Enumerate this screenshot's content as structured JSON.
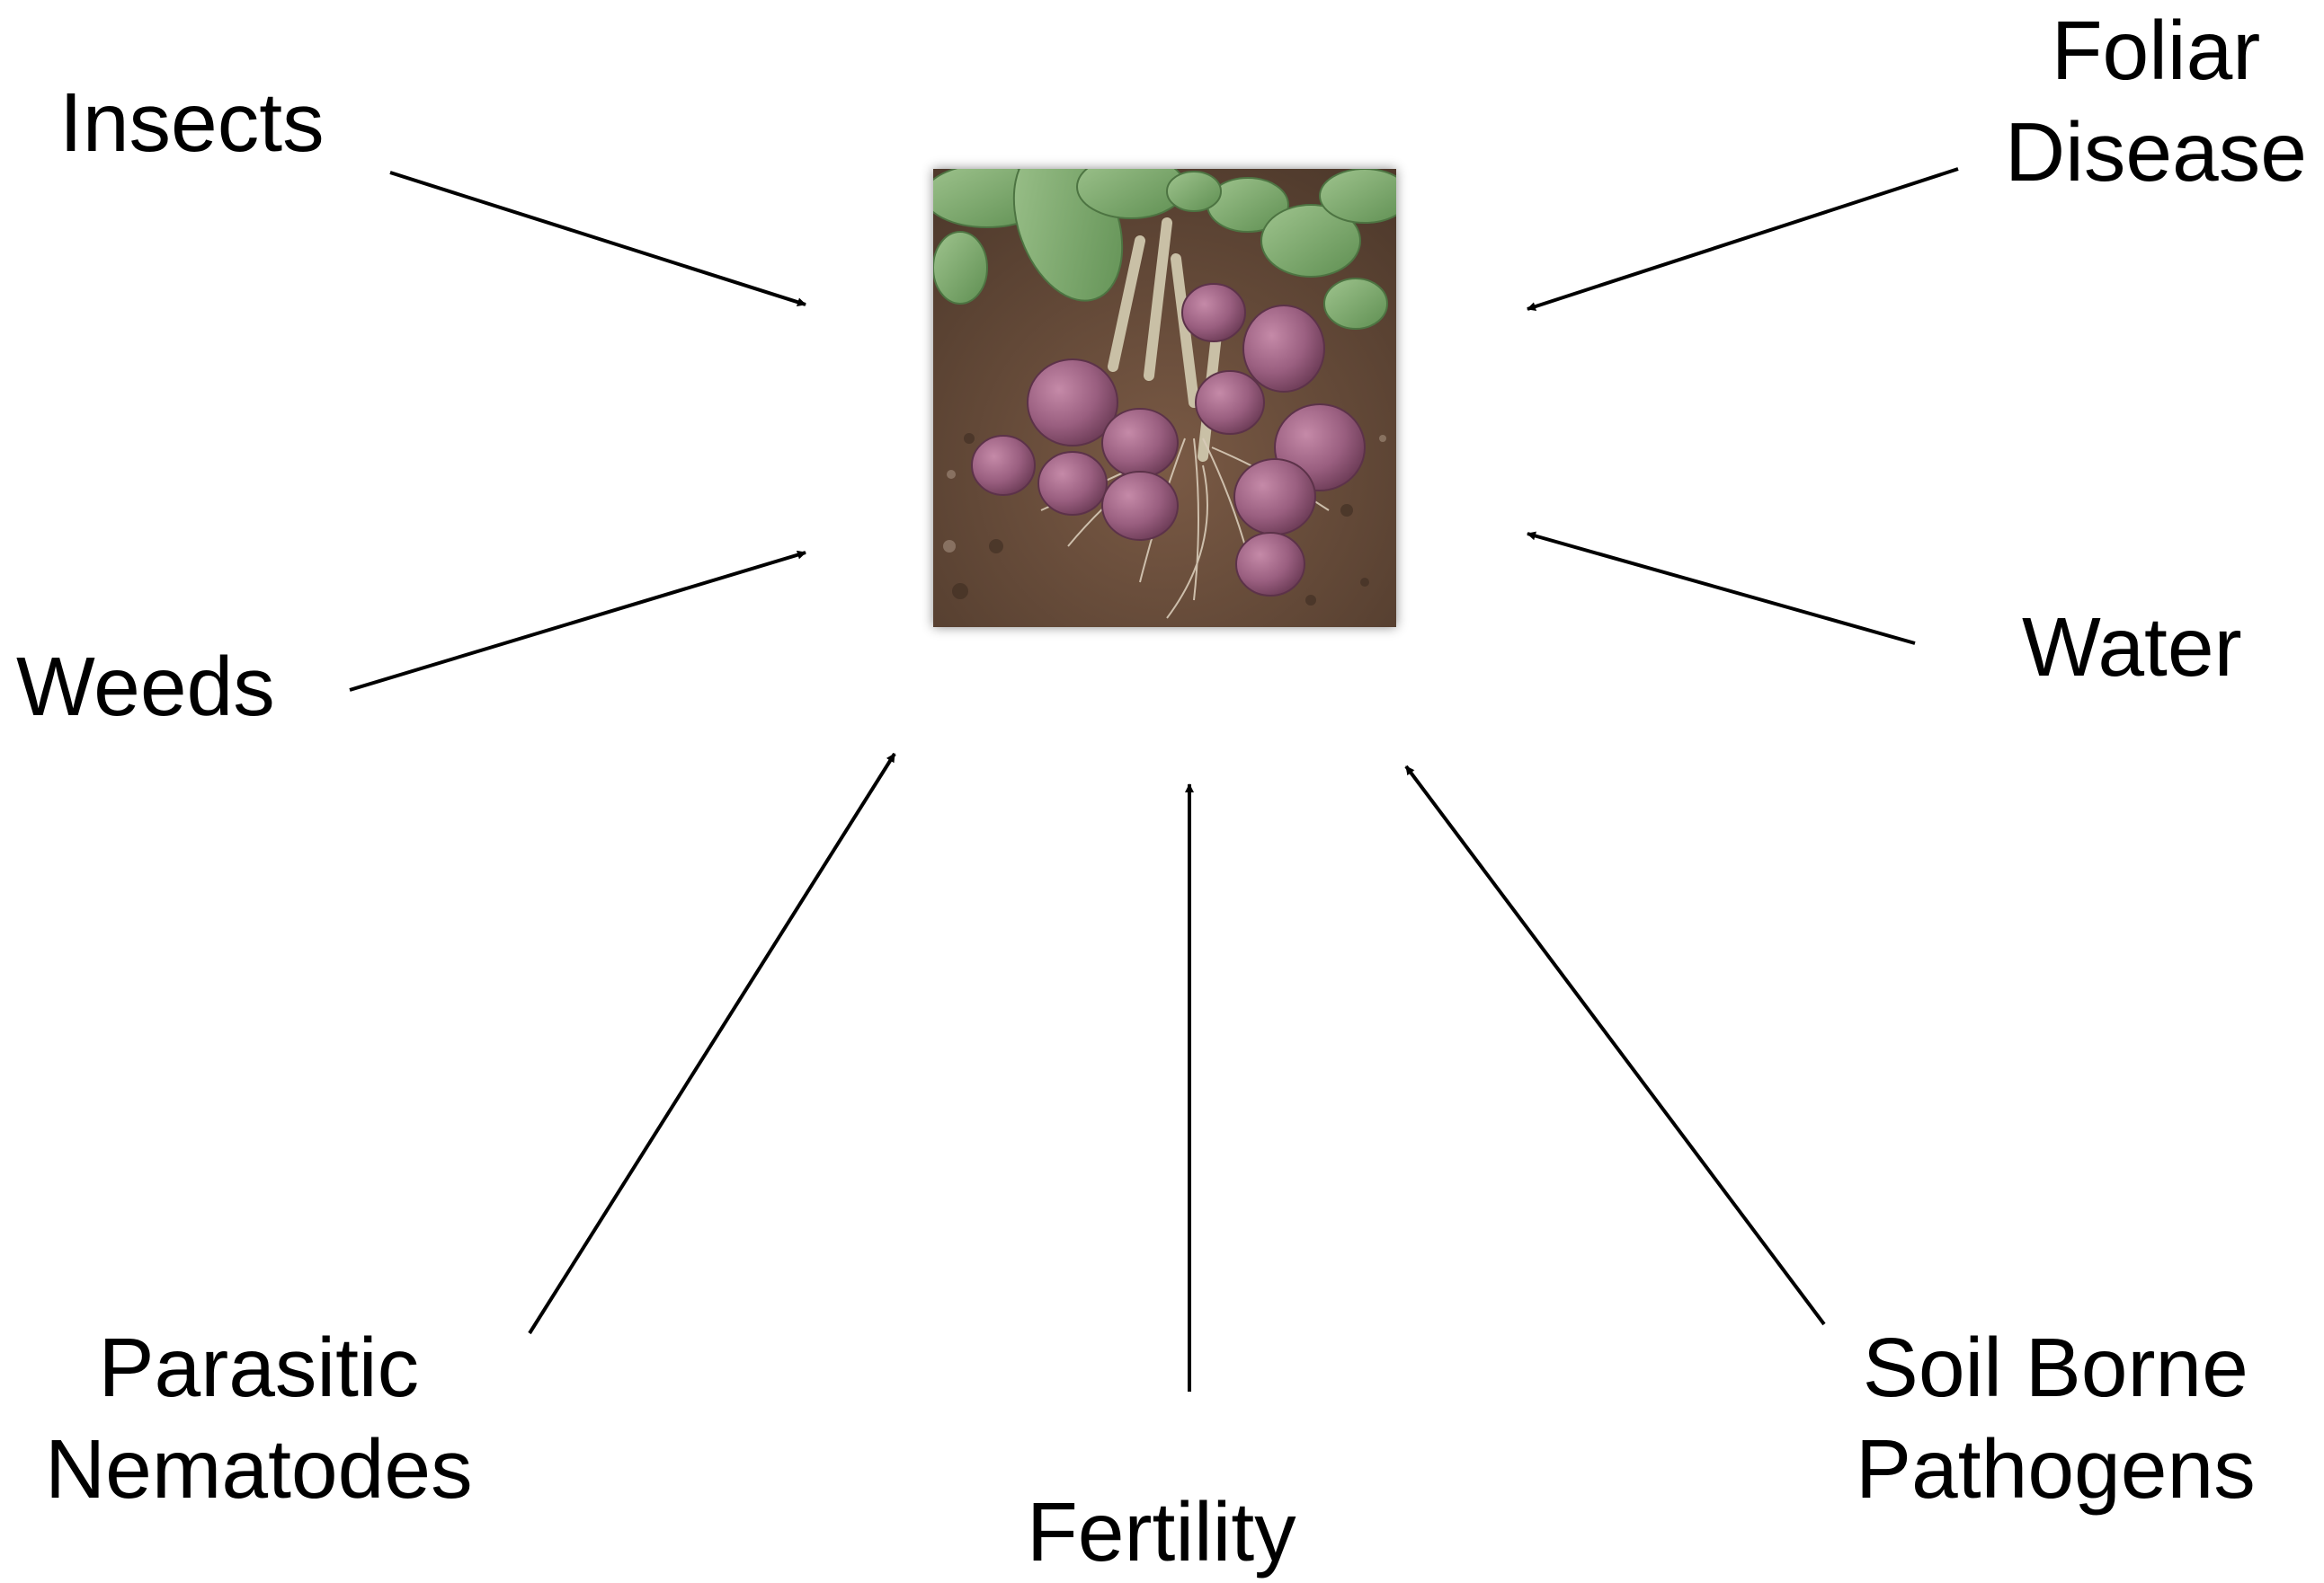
{
  "labels": {
    "insects": "Insects",
    "foliar_disease": "Foliar\nDisease",
    "weeds": "Weeds",
    "water": "Water",
    "parasitic_nematodes": "Parasitic\nNematodes",
    "fertility": "Fertility",
    "soil_borne_pathogens": "Soil Borne\nPathogens"
  },
  "colors": {
    "arrow": "#000000",
    "text": "#000000",
    "background": "#ffffff"
  }
}
